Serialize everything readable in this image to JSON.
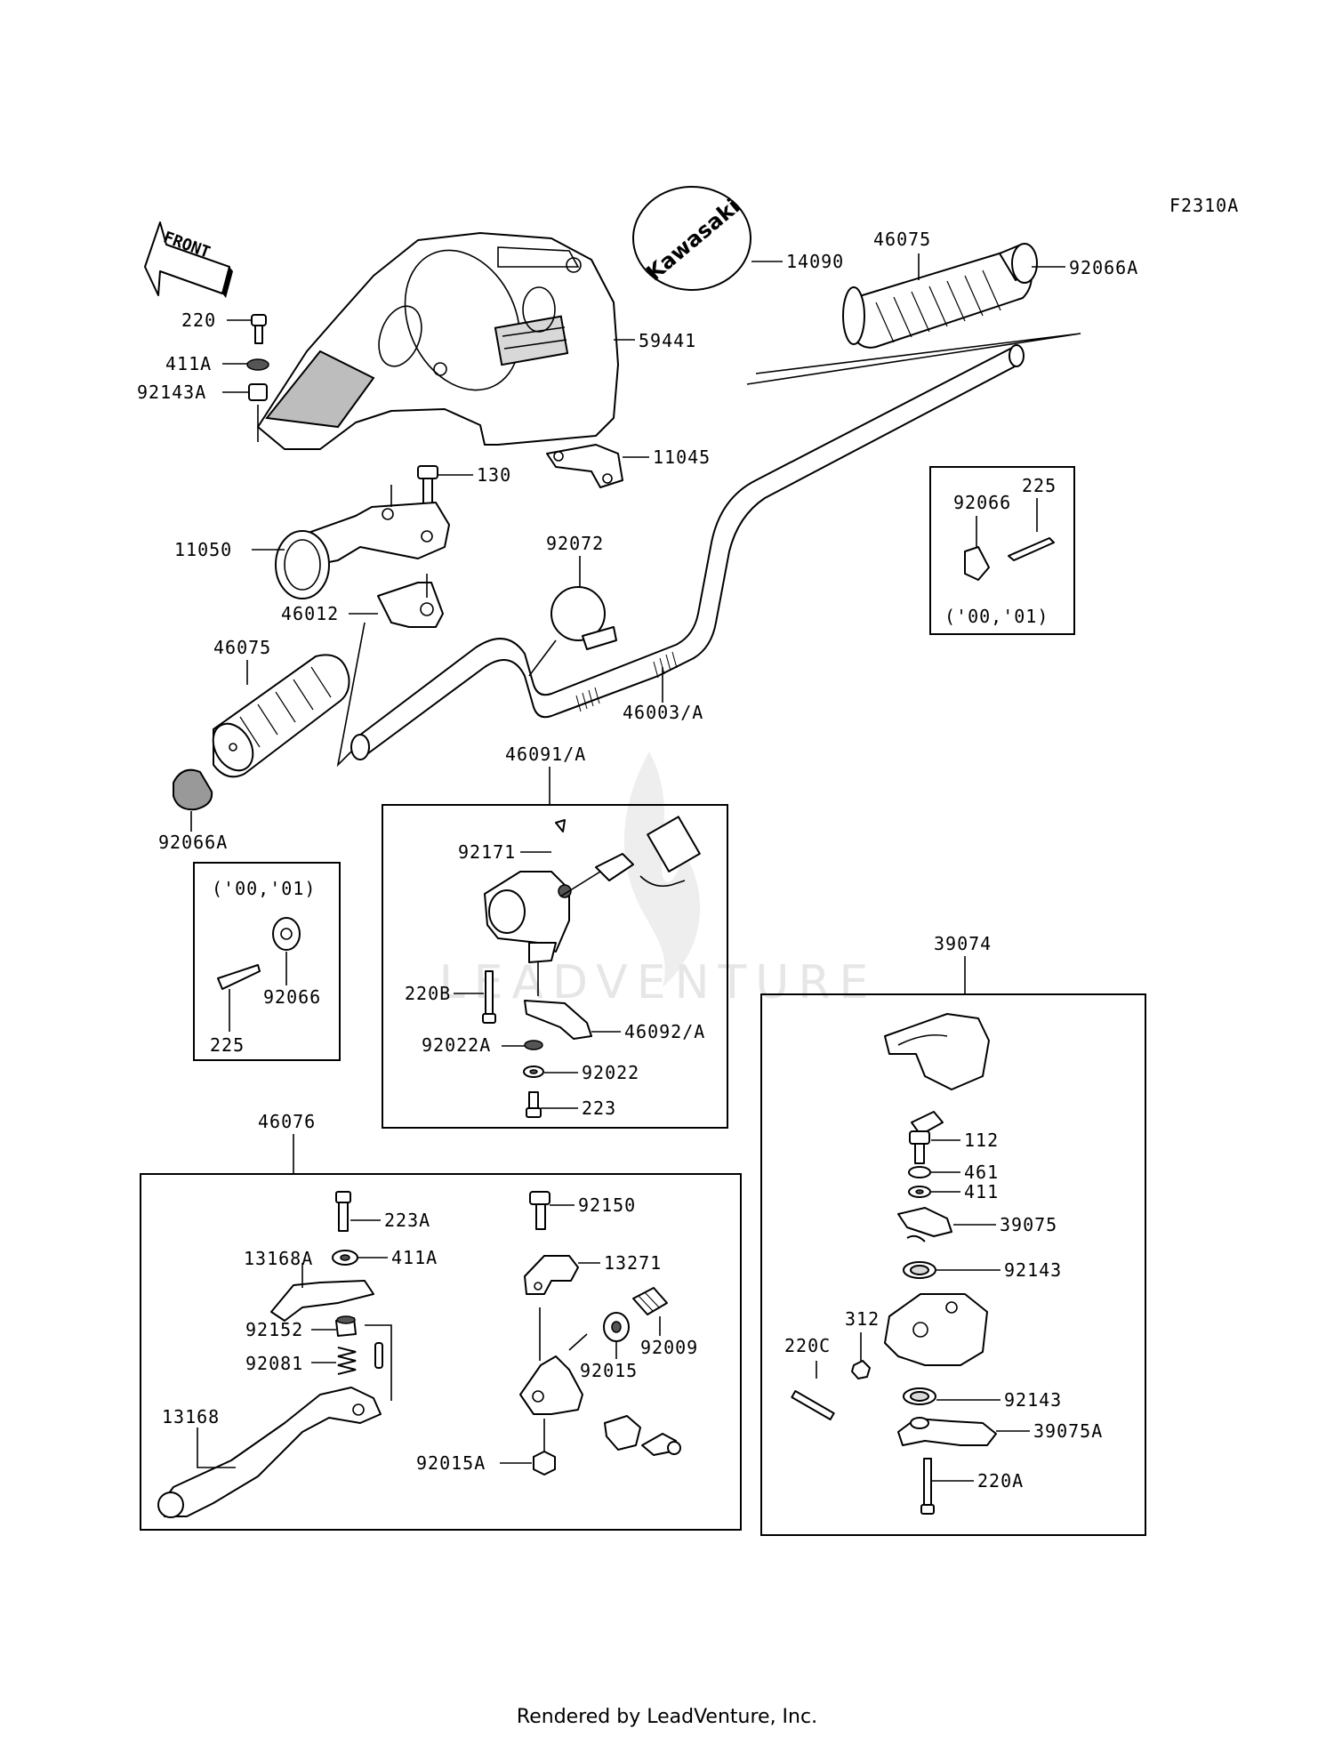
{
  "figure_code": "F2310A",
  "front_arrow": "FRONT",
  "brand_badge": "Kawasaki",
  "watermark": "LEADVENTURE",
  "footer": "Rendered by LeadVenture, Inc.",
  "labels": {
    "220": "220",
    "411A": "411A",
    "92143A": "92143A",
    "59441": "59441",
    "14090": "14090",
    "46075_top": "46075",
    "92066A_top": "92066A",
    "11045": "11045",
    "130": "130",
    "11050": "11050",
    "92072": "92072",
    "46012": "46012",
    "46075_left": "46075",
    "46003A": "46003/A",
    "92066A_left": "92066A",
    "46091A": "46091/A",
    "92171": "92171",
    "220B": "220B",
    "92022A": "92022A",
    "46092A": "46092/A",
    "92022": "92022",
    "223": "223",
    "39074": "39074",
    "112": "112",
    "461": "461",
    "411": "411",
    "39075": "39075",
    "92143_a": "92143",
    "312": "312",
    "220C": "220C",
    "92143_b": "92143",
    "39075A": "39075A",
    "220A": "220A",
    "46076": "46076",
    "223A": "223A",
    "13168A": "13168A",
    "411A_b": "411A",
    "92152": "92152",
    "92081": "92081",
    "13168": "13168",
    "92150": "92150",
    "13271": "13271",
    "92009": "92009",
    "92015": "92015",
    "92015A": "92015A"
  },
  "inset_right": {
    "years": "('00,'01)",
    "part_a": "92066",
    "part_b": "225"
  },
  "inset_left": {
    "years": "('00,'01)",
    "part_a": "92066",
    "part_b": "225"
  }
}
